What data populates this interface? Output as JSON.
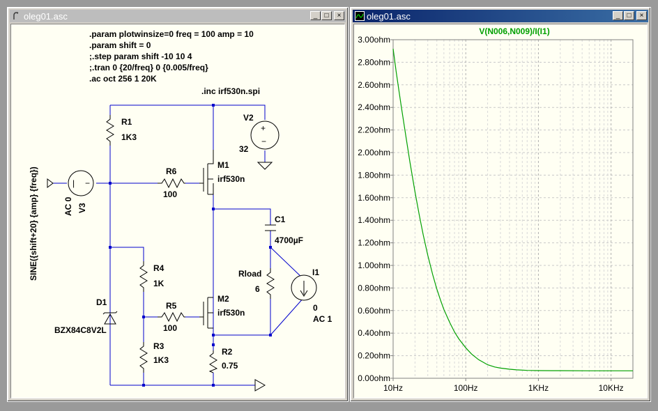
{
  "schematic_window": {
    "title": "oleg01.asc",
    "buttons": {
      "minimize": "_",
      "maximize": "□",
      "close": "×"
    },
    "directives": [
      ".param plotwinsize=0 freq = 100 amp = 10",
      ".param shift = 0",
      ";.step param shift -10 10 4",
      ";.tran 0 {20/freq} 0 {0.005/freq}",
      ".ac oct 256 1 20K"
    ],
    "include": ".inc irf530n.spi",
    "components": {
      "R1": {
        "name": "R1",
        "value": "1K3"
      },
      "R2": {
        "name": "R2",
        "value": "0.75"
      },
      "R3": {
        "name": "R3",
        "value": "1K3"
      },
      "R4": {
        "name": "R4",
        "value": "1K"
      },
      "R5": {
        "name": "R5",
        "value": "100"
      },
      "R6": {
        "name": "R6",
        "value": "100"
      },
      "Rload": {
        "name": "Rload",
        "value": "6"
      },
      "C1": {
        "name": "C1",
        "value": "4700µF"
      },
      "V2": {
        "name": "V2",
        "value": "32"
      },
      "V3": {
        "name": "V3",
        "ac": "AC 0",
        "value": "SINE({shift+20} {amp} {freq})"
      },
      "M1": {
        "name": "M1",
        "model": "irf530n"
      },
      "M2": {
        "name": "M2",
        "model": "irf530n"
      },
      "I1": {
        "name": "I1",
        "value": "0",
        "ac": "AC 1"
      },
      "D1": {
        "name": "D1",
        "model": "BZX84C8V2L"
      }
    }
  },
  "plot_window": {
    "title": "oleg01.asc",
    "buttons": {
      "minimize": "_",
      "maximize": "□",
      "close": "×"
    },
    "trace_color": "#00a000"
  },
  "chart_data": {
    "type": "line",
    "title": "V(N006,N009)/I(I1)",
    "x_scale": "log",
    "xlim": [
      10,
      20000
    ],
    "ylim": [
      0,
      3.0
    ],
    "x_ticks": [
      {
        "v": 10,
        "label": "10Hz"
      },
      {
        "v": 100,
        "label": "100Hz"
      },
      {
        "v": 1000,
        "label": "1KHz"
      },
      {
        "v": 10000,
        "label": "10KHz"
      }
    ],
    "y_ticks": [
      {
        "v": 0.0,
        "label": "0.00ohm"
      },
      {
        "v": 0.2,
        "label": "0.20ohm"
      },
      {
        "v": 0.4,
        "label": "0.40ohm"
      },
      {
        "v": 0.6,
        "label": "0.60ohm"
      },
      {
        "v": 0.8,
        "label": "0.80ohm"
      },
      {
        "v": 1.0,
        "label": "1.00ohm"
      },
      {
        "v": 1.2,
        "label": "1.20ohm"
      },
      {
        "v": 1.4,
        "label": "1.40ohm"
      },
      {
        "v": 1.6,
        "label": "1.60ohm"
      },
      {
        "v": 1.8,
        "label": "1.80ohm"
      },
      {
        "v": 2.0,
        "label": "2.00ohm"
      },
      {
        "v": 2.2,
        "label": "2.20ohm"
      },
      {
        "v": 2.4,
        "label": "2.40ohm"
      },
      {
        "v": 2.6,
        "label": "2.60ohm"
      },
      {
        "v": 2.8,
        "label": "2.80ohm"
      },
      {
        "v": 3.0,
        "label": "3.00ohm"
      }
    ],
    "grid": true,
    "series": [
      {
        "name": "V(N006,N009)/I(I1)",
        "color": "#00a000",
        "x": [
          10,
          11,
          12,
          13,
          15,
          17,
          20,
          23,
          26,
          30,
          35,
          40,
          45,
          50,
          60,
          70,
          80,
          100,
          120,
          150,
          200,
          250,
          300,
          400,
          500,
          700,
          1000,
          1500,
          2000,
          5000,
          10000,
          20000
        ],
        "y": [
          2.92,
          2.72,
          2.55,
          2.4,
          2.14,
          1.92,
          1.65,
          1.44,
          1.27,
          1.09,
          0.92,
          0.79,
          0.69,
          0.61,
          0.495,
          0.41,
          0.35,
          0.27,
          0.215,
          0.165,
          0.12,
          0.1,
          0.09,
          0.08,
          0.075,
          0.07,
          0.068,
          0.067,
          0.067,
          0.066,
          0.066,
          0.066
        ]
      }
    ]
  }
}
